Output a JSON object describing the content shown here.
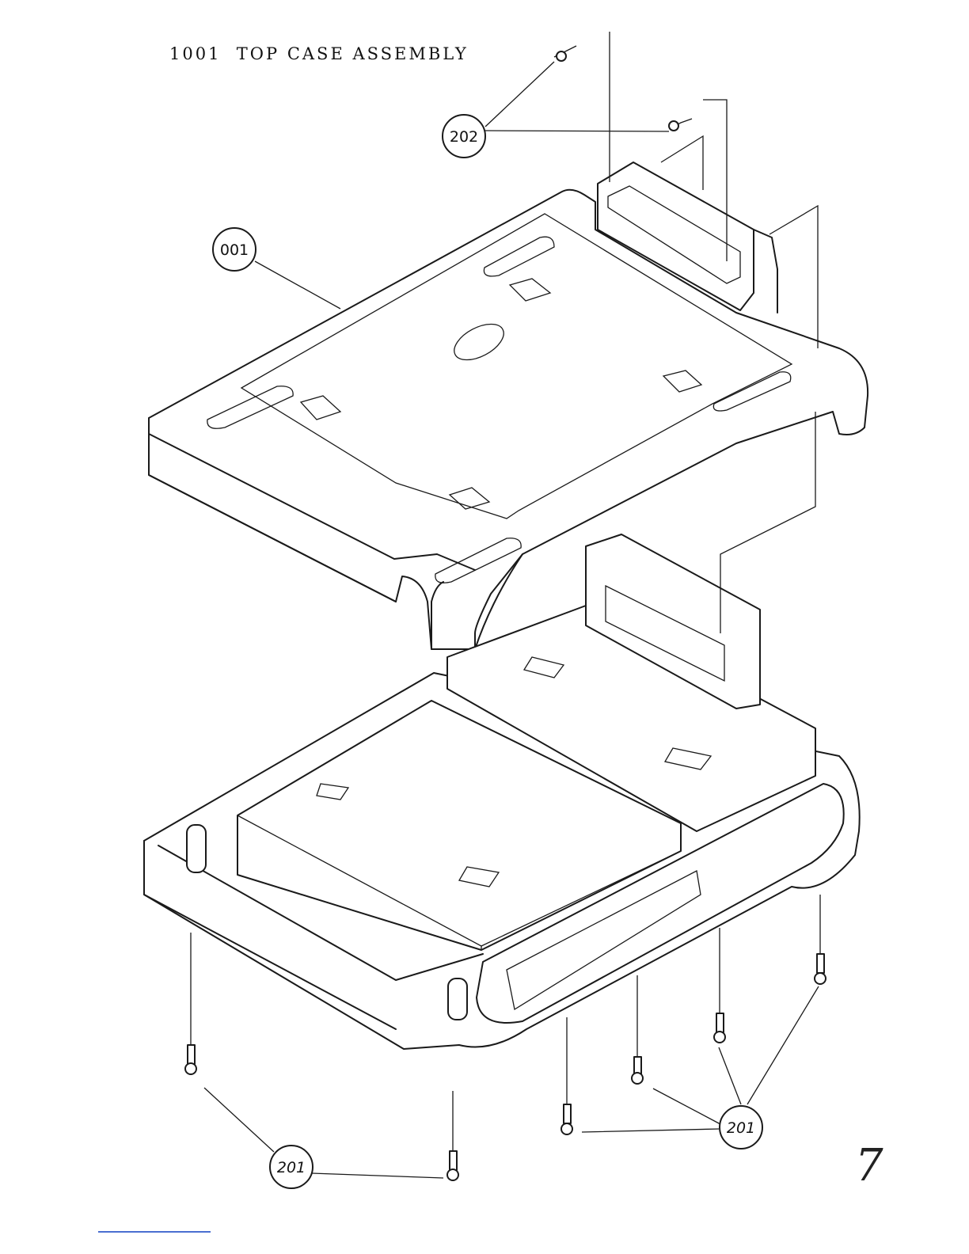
{
  "title": "1001  TOP CASE ASSEMBLY",
  "page_number": "7",
  "callouts": {
    "c202": "202",
    "c001": "001",
    "c201a": "201",
    "c201b": "201"
  }
}
